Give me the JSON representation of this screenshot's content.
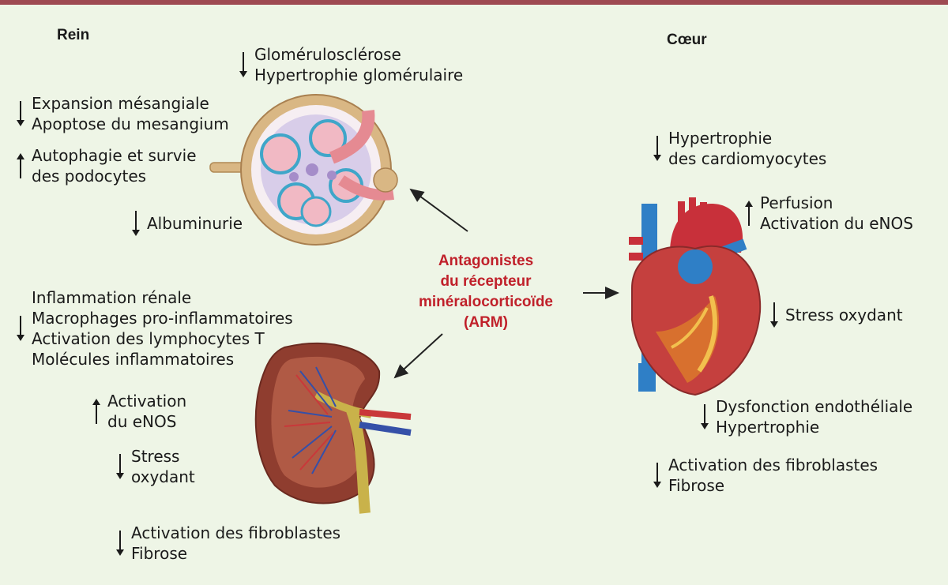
{
  "titles": {
    "kidney": "Rein",
    "heart": "Cœur"
  },
  "center": [
    "Antagonistes",
    "du récepteur",
    "minéralocorticoïde",
    "(ARM)"
  ],
  "labels": {
    "glomerulo": {
      "dir": "down",
      "lines": [
        "Glomérulosclérose",
        "Hypertrophie glomérulaire"
      ]
    },
    "expansion": {
      "dir": "down",
      "lines": [
        "Expansion mésangiale",
        "Apoptose du mesangium"
      ]
    },
    "autophagie": {
      "dir": "up",
      "lines": [
        "Autophagie et survie",
        "des podocytes"
      ]
    },
    "albuminurie": {
      "dir": "down",
      "lines": [
        "Albuminurie"
      ]
    },
    "inflammation": {
      "dir": "down",
      "lines": [
        "Inflammation rénale",
        "Macrophages pro-inflammatoires",
        "Activation des lymphocytes T",
        "Molécules inflammatoires"
      ]
    },
    "enos_rein": {
      "dir": "up",
      "lines": [
        "Activation",
        "du eNOS"
      ]
    },
    "stress_rein": {
      "dir": "down",
      "lines": [
        "Stress",
        "oxydant"
      ]
    },
    "fibro_rein": {
      "dir": "down",
      "lines": [
        "Activation des fibroblastes",
        "Fibrose"
      ]
    },
    "hypertrophie_cardio": {
      "dir": "down",
      "lines": [
        "Hypertrophie",
        "des cardiomyocytes"
      ]
    },
    "perfusion": {
      "dir": "up",
      "lines": [
        "Perfusion",
        "Activation du eNOS"
      ]
    },
    "stress_coeur": {
      "dir": "down",
      "lines": [
        "Stress oxydant"
      ]
    },
    "dysfonction": {
      "dir": "down",
      "lines": [
        "Dysfonction endothéliale",
        "Hypertrophie"
      ]
    },
    "fibro_coeur": {
      "dir": "down",
      "lines": [
        "Activation des fibroblastes",
        "Fibrose"
      ]
    }
  },
  "colors": {
    "accent": "#c0202a",
    "topbar": "#9e4a52",
    "background": "#eef5e6"
  }
}
